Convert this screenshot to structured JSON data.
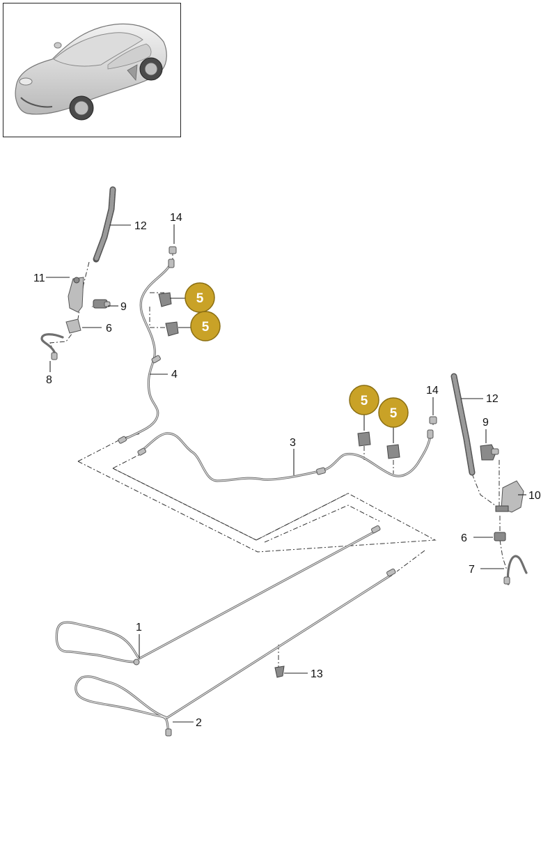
{
  "thumbnail": {
    "icon": "car-icon"
  },
  "badge_color": "#c9a227",
  "callouts": {
    "c1": "1",
    "c2": "2",
    "c3": "3",
    "c4": "4",
    "c5a": "5",
    "c5b": "5",
    "c5c": "5",
    "c5d": "5",
    "c6a": "6",
    "c6b": "6",
    "c7": "7",
    "c8": "8",
    "c9a": "9",
    "c9b": "9",
    "c10": "10",
    "c11": "11",
    "c12a": "12",
    "c12b": "12",
    "c13": "13",
    "c14a": "14",
    "c14b": "14"
  }
}
